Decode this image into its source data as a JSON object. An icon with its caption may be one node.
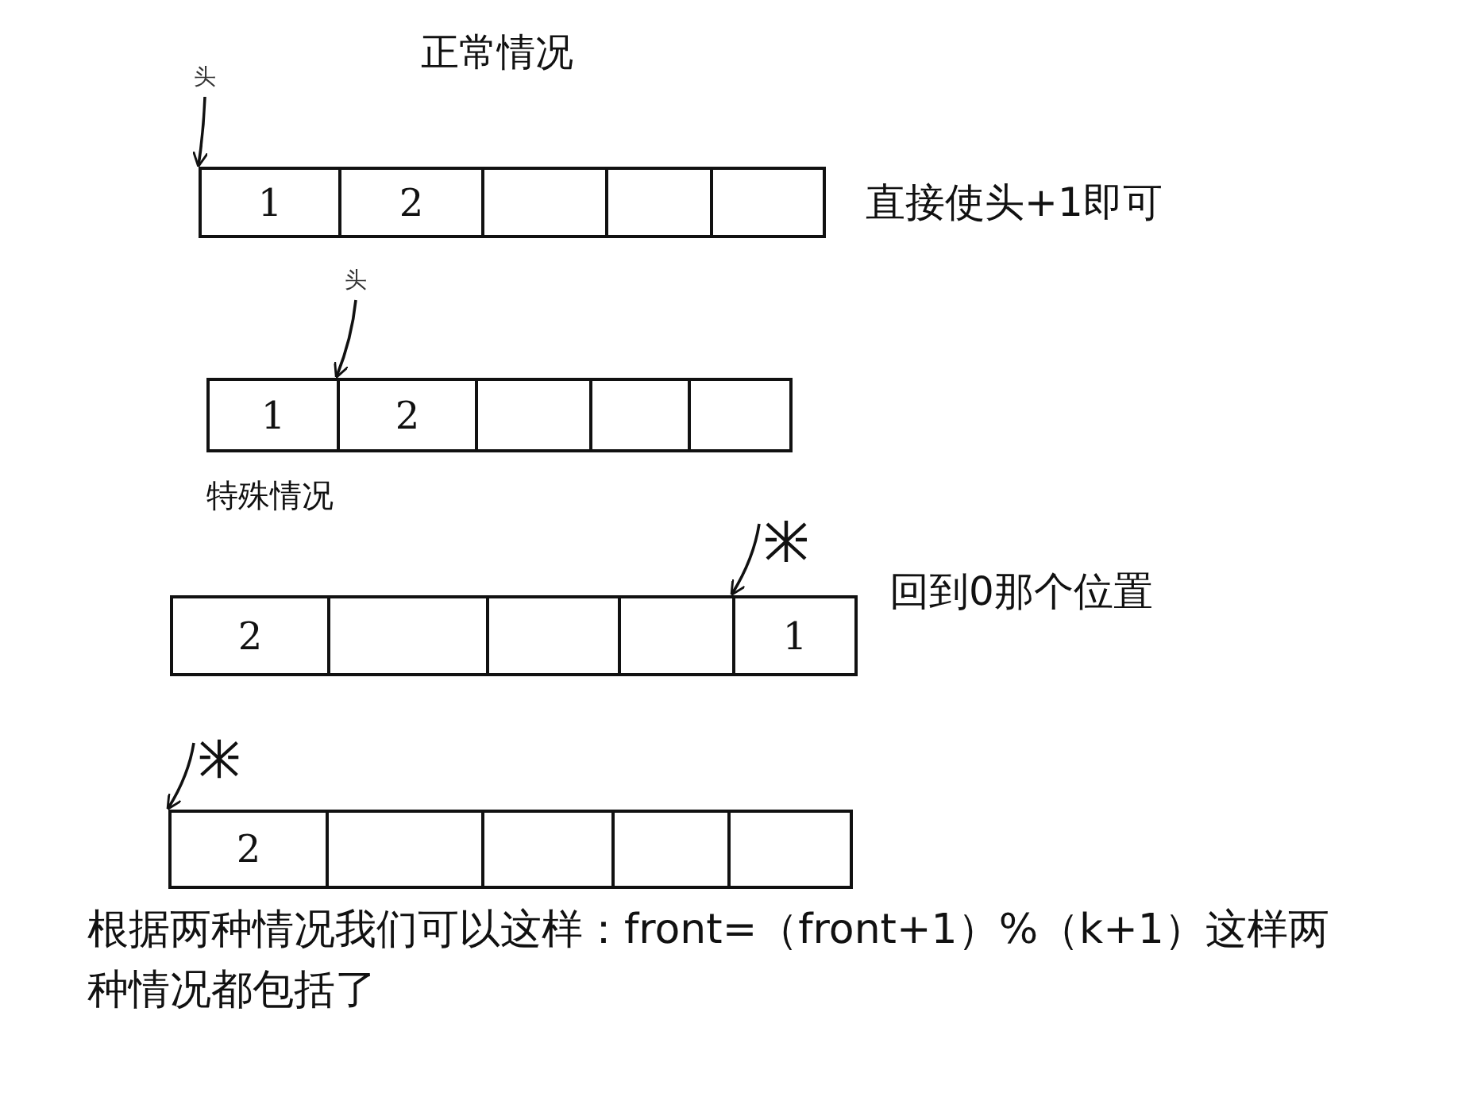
{
  "diagram": {
    "nodes": [
      {
        "text": [
          "头"
        ]
      },
      {
        "text": [
          "1"
        ]
      },
      {
        "text": [
          "2"
        ]
      },
      {
        "text": [],
        "shape": "box"
      },
      {
        "text": [],
        "shape": "box"
      },
      {
        "text": [],
        "shape": "box"
      },
      {
        "text": [
          "头"
        ]
      },
      {
        "text": [
          "1"
        ]
      },
      {
        "text": [
          "2"
        ]
      },
      {
        "text": [],
        "shape": "box"
      },
      {
        "text": [],
        "shape": "box"
      },
      {
        "text": [],
        "shape": "box"
      },
      {
        "text": [],
        "shape": "asterisk"
      },
      {
        "text": [
          "2"
        ]
      },
      {
        "text": [],
        "shape": "box"
      },
      {
        "text": [],
        "shape": "box"
      },
      {
        "text": [],
        "shape": "box"
      },
      {
        "text": [
          "1"
        ]
      },
      {
        "text": [],
        "shape": "asterisk"
      },
      {
        "text": [
          "2"
        ]
      },
      {
        "text": [],
        "shape": "box"
      },
      {
        "text": [],
        "shape": "box"
      },
      {
        "text": [],
        "shape": "box"
      },
      {
        "text": [],
        "shape": "box"
      }
    ],
    "edges": [
      {
        "from": 0,
        "to": 1,
        "arrow": "to"
      },
      {
        "from": 6,
        "to": 8,
        "arrow": "to"
      },
      {
        "from": 12,
        "to": 17,
        "arrow": "to"
      },
      {
        "from": 18,
        "to": 19,
        "arrow": "to"
      }
    ],
    "labels": [
      "正常情况",
      "直接使头+1即可",
      "特殊情况",
      "回到0那个位置",
      "根据两种情况我们可以这样：front=（front+1）%（k+1）这样两种情况都包括了"
    ]
  }
}
